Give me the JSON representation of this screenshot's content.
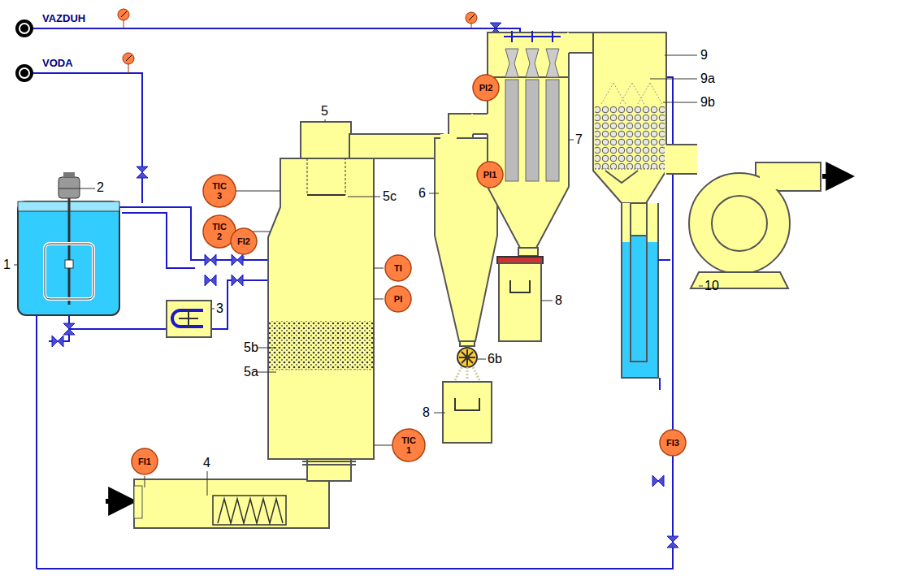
{
  "diagram": {
    "nodes": [
      {
        "text": [
          "TIC 3"
        ]
      },
      {
        "text": [
          "TIC 2"
        ]
      },
      {
        "text": [
          "FI2"
        ]
      },
      {
        "text": [
          "TI"
        ]
      },
      {
        "text": [
          "PI"
        ]
      },
      {
        "text": [
          "TIC 1"
        ]
      },
      {
        "text": [
          "FI1"
        ]
      },
      {
        "text": [
          "PI2"
        ]
      },
      {
        "text": [
          "PI1"
        ]
      },
      {
        "text": [
          "FI3"
        ]
      }
    ],
    "labels": [
      "VAZDUH",
      "VODA",
      "1",
      "2",
      "3",
      "4",
      "5",
      "5a",
      "5b",
      "5c",
      "6",
      "6b",
      "7",
      "8",
      "8",
      "9",
      "9a",
      "9b",
      "10"
    ]
  }
}
